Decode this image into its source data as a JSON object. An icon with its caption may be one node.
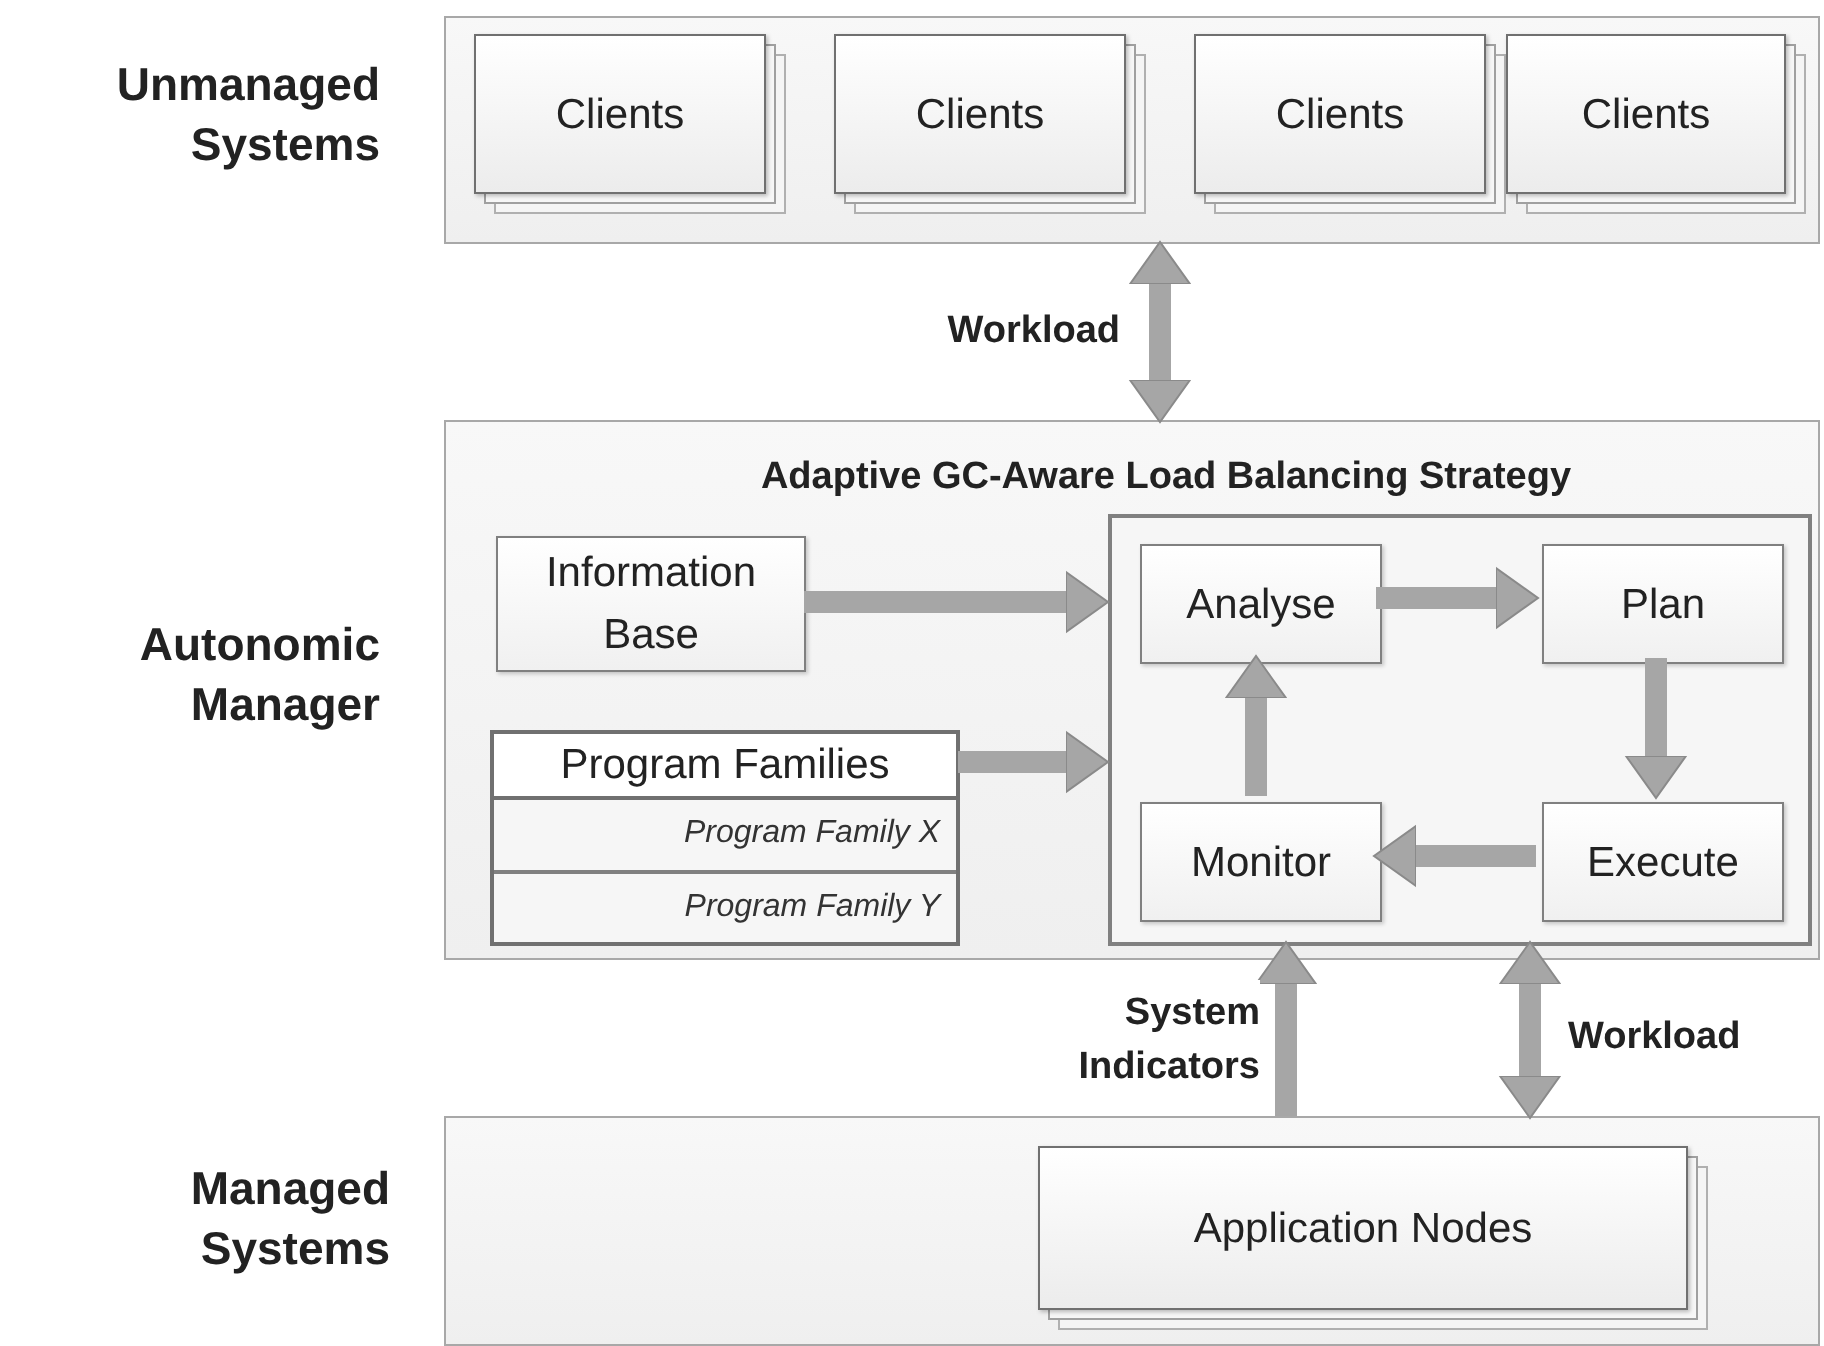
{
  "diagram": {
    "nodes": [
      {
        "text": [
          "Unmanaged Systems"
        ]
      },
      {
        "text": [
          "Clients"
        ],
        "in": 0
      },
      {
        "text": [
          "Clients"
        ],
        "in": 0
      },
      {
        "text": [
          "Clients"
        ],
        "in": 0
      },
      {
        "text": [
          "Clients"
        ],
        "in": 0
      },
      {
        "text": [
          "Autonomic Manager",
          "Adaptive GC-Aware Load Balancing Strategy"
        ]
      },
      {
        "text": [
          "Information Base"
        ],
        "in": 5
      },
      {
        "text": [
          "Program Families",
          "Program Family X",
          "Program Family Y"
        ],
        "in": 5
      },
      {
        "text": [],
        "shape": "box",
        "in": 5
      },
      {
        "text": [
          "Analyse"
        ],
        "in": 8
      },
      {
        "text": [
          "Plan"
        ],
        "in": 8
      },
      {
        "text": [
          "Execute"
        ],
        "in": 8
      },
      {
        "text": [
          "Monitor"
        ],
        "in": 8
      },
      {
        "text": [
          "Managed Systems"
        ]
      },
      {
        "text": [
          "Application Nodes"
        ],
        "in": 13
      }
    ],
    "edges": [
      {
        "from": 0,
        "to": 5,
        "arrow": "both",
        "label": "Workload"
      },
      {
        "from": 6,
        "to": 8,
        "arrow": "to"
      },
      {
        "from": 7,
        "to": 8,
        "arrow": "to"
      },
      {
        "from": 9,
        "to": 10,
        "arrow": "to"
      },
      {
        "from": 10,
        "to": 11,
        "arrow": "to"
      },
      {
        "from": 11,
        "to": 12,
        "arrow": "to"
      },
      {
        "from": 12,
        "to": 9,
        "arrow": "to"
      },
      {
        "from": 13,
        "to": 8,
        "arrow": "to",
        "label": "System Indicators"
      },
      {
        "from": 8,
        "to": 13,
        "arrow": "both",
        "label": "Workload"
      }
    ]
  }
}
